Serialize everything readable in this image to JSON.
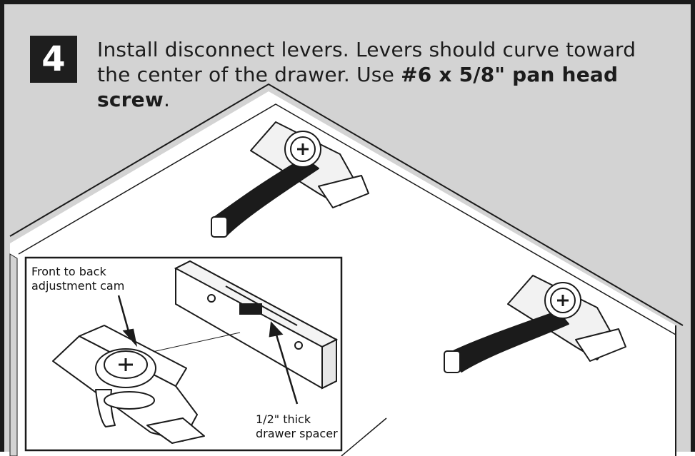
{
  "step": {
    "number": "4",
    "text_part1": "Install disconnect levers. Levers should curve toward the center of the drawer. Use ",
    "text_bold": "#6 x 5/8\" pan head screw",
    "text_end": "."
  },
  "inset": {
    "cam_label_line1": "Front to back",
    "cam_label_line2": "adjustment cam",
    "spacer_label_line1": "1/2\" thick",
    "spacer_label_line2": "drawer spacer"
  },
  "colors": {
    "background": "#d3d3d3",
    "panel": "#ffffff",
    "ink": "#1b1b1b",
    "badge": "#1e1e1e"
  }
}
